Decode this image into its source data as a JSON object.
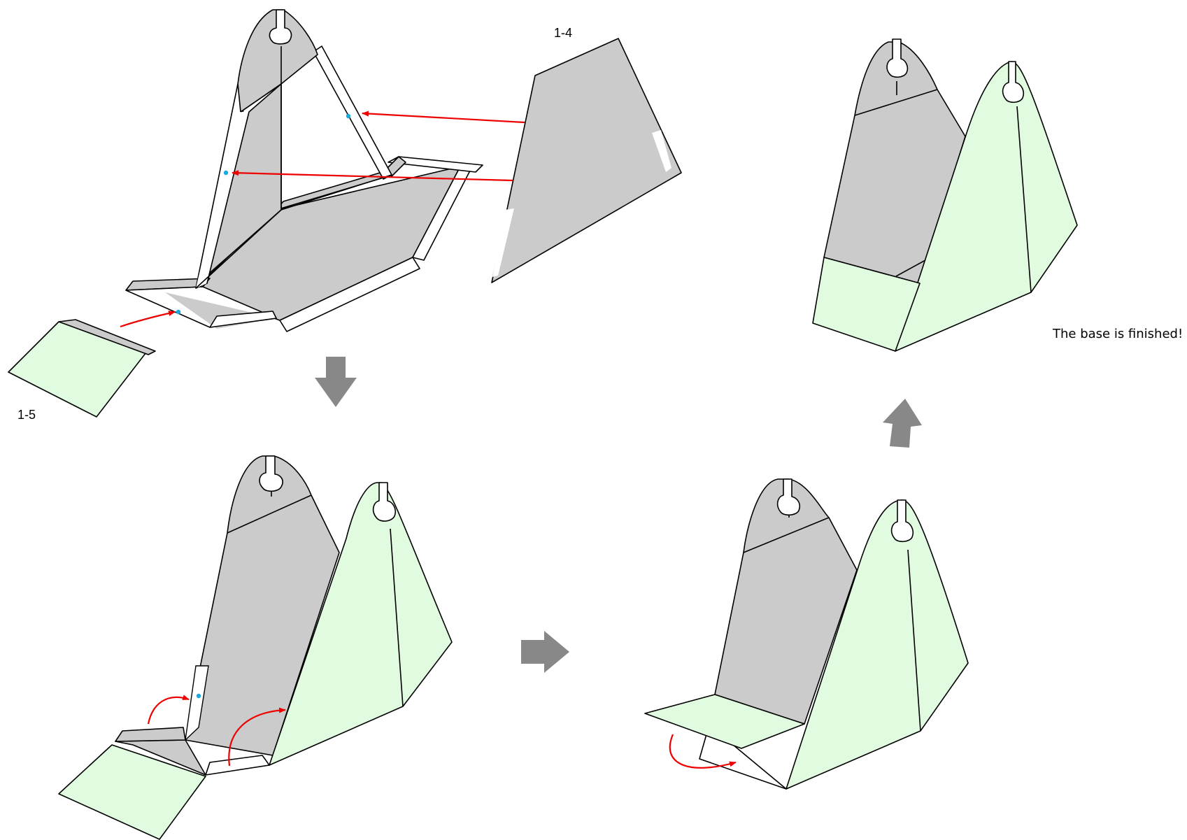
{
  "labels": {
    "part_1_4": "1-4",
    "part_1_5": "1-5",
    "finished": "The base is finished!"
  },
  "colors": {
    "gray_panel": "#cbcbcb",
    "green_panel": "#e0fbe0",
    "arrow_red": "#ee0000",
    "step_arrow": "#888888",
    "glue_dot": "#1aa8e0"
  },
  "icons": {
    "step_down": "arrow-down-icon",
    "step_right": "arrow-right-icon",
    "step_up": "arrow-up-icon"
  }
}
